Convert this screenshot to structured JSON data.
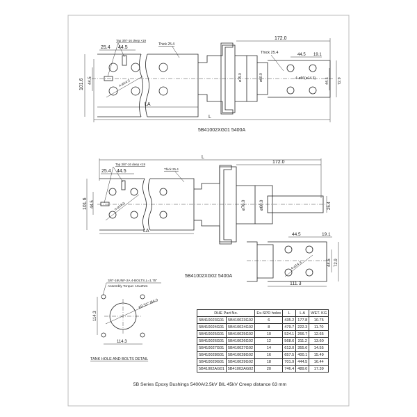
{
  "drawing1": {
    "caption": "5B41002XG01  5400A",
    "dim_L": "L",
    "dim_LA": "LA",
    "dim_172": "172.0",
    "dim_101_6": "101.6",
    "dim_44_5_v": "44.5",
    "dim_25_4": "25.4",
    "dim_44_5_h": "44.5",
    "tap_note": "Tap 3/8\"-16 deep ×19",
    "thick_left": "Thick 25.4",
    "thick_right": "Thick 25.4",
    "hole_note_left": "n-ø14.3",
    "hole_note_right": "4-ø56(ø14.3)",
    "dia_outer": "ø75.0",
    "dia_inner": "ø60.0",
    "plate_44_5_h": "44.5",
    "plate_19_1": "19.1",
    "plate_44_5_v": "44.5",
    "plate_72_9": "72.9"
  },
  "drawing2": {
    "caption": "5B41002XG02  5400A",
    "dim_L": "L",
    "dim_LA": "LA",
    "dim_172": "172.0",
    "dim_101_6": "101.6",
    "dim_44_5_v": "44.5",
    "dim_25_4": "25.4",
    "dim_44_5_h": "44.5",
    "tap_note": "Tap 3/8\"-16 deep ×19",
    "thick": "Thick 25.4",
    "hole_note": "n-ø14.3",
    "dia_outer": "ø76.0",
    "dia_inner": "ø60.0",
    "stud_25_4": "25.4",
    "plate_44_5_h": "44.5",
    "plate_19_1": "19.1",
    "plate_44_5_v": "44.5",
    "plate_72_9": "72.9",
    "plate_hole_note": "4-ø14.3",
    "plate_111_3": "111.3"
  },
  "tank_detail": {
    "bolt_note": "3/8\"-16UNF-2A 4-BOLTS,L=1.75\"",
    "torque_note": "Assembly Torque: 19±2Nm",
    "dia_note": "ø3.31\" /84.0",
    "dim_v": "114.3",
    "dim_h": "114.3",
    "title": "TANK HOLE AND BOLTS DETAIL"
  },
  "table": {
    "headers": [
      "DHE Part No.",
      "Ex-SPD holes",
      "L",
      "L A",
      "WET. KG"
    ],
    "rows": [
      [
        "5B410023G01",
        "5B410023G02",
        "6",
        "435.2",
        "177.8",
        "10.75"
      ],
      [
        "5B410024G01",
        "5B410024G02",
        "8",
        "479.7",
        "222.3",
        "11.70"
      ],
      [
        "5B410025G01",
        "5B410025G02",
        "10",
        "524.1",
        "266.7",
        "12.65"
      ],
      [
        "5B410026G01",
        "5B410026G02",
        "12",
        "568.6",
        "311.2",
        "13.60"
      ],
      [
        "5B410027G01",
        "5B410027G02",
        "14",
        "613.0",
        "355.6",
        "14.55"
      ],
      [
        "5B410028G01",
        "5B410028G02",
        "16",
        "657.5",
        "400.1",
        "15.49"
      ],
      [
        "5B410029G01",
        "5B410029G02",
        "18",
        "701.9",
        "444.5",
        "16.44"
      ],
      [
        "5B41002AG01",
        "5B41002AG02",
        "20",
        "746.4",
        "489.0",
        "17.39"
      ]
    ]
  },
  "footer": "5B Series Epoxy Bushings  5400A/2.5kV BIL 45kV Creep distance 63 mm"
}
